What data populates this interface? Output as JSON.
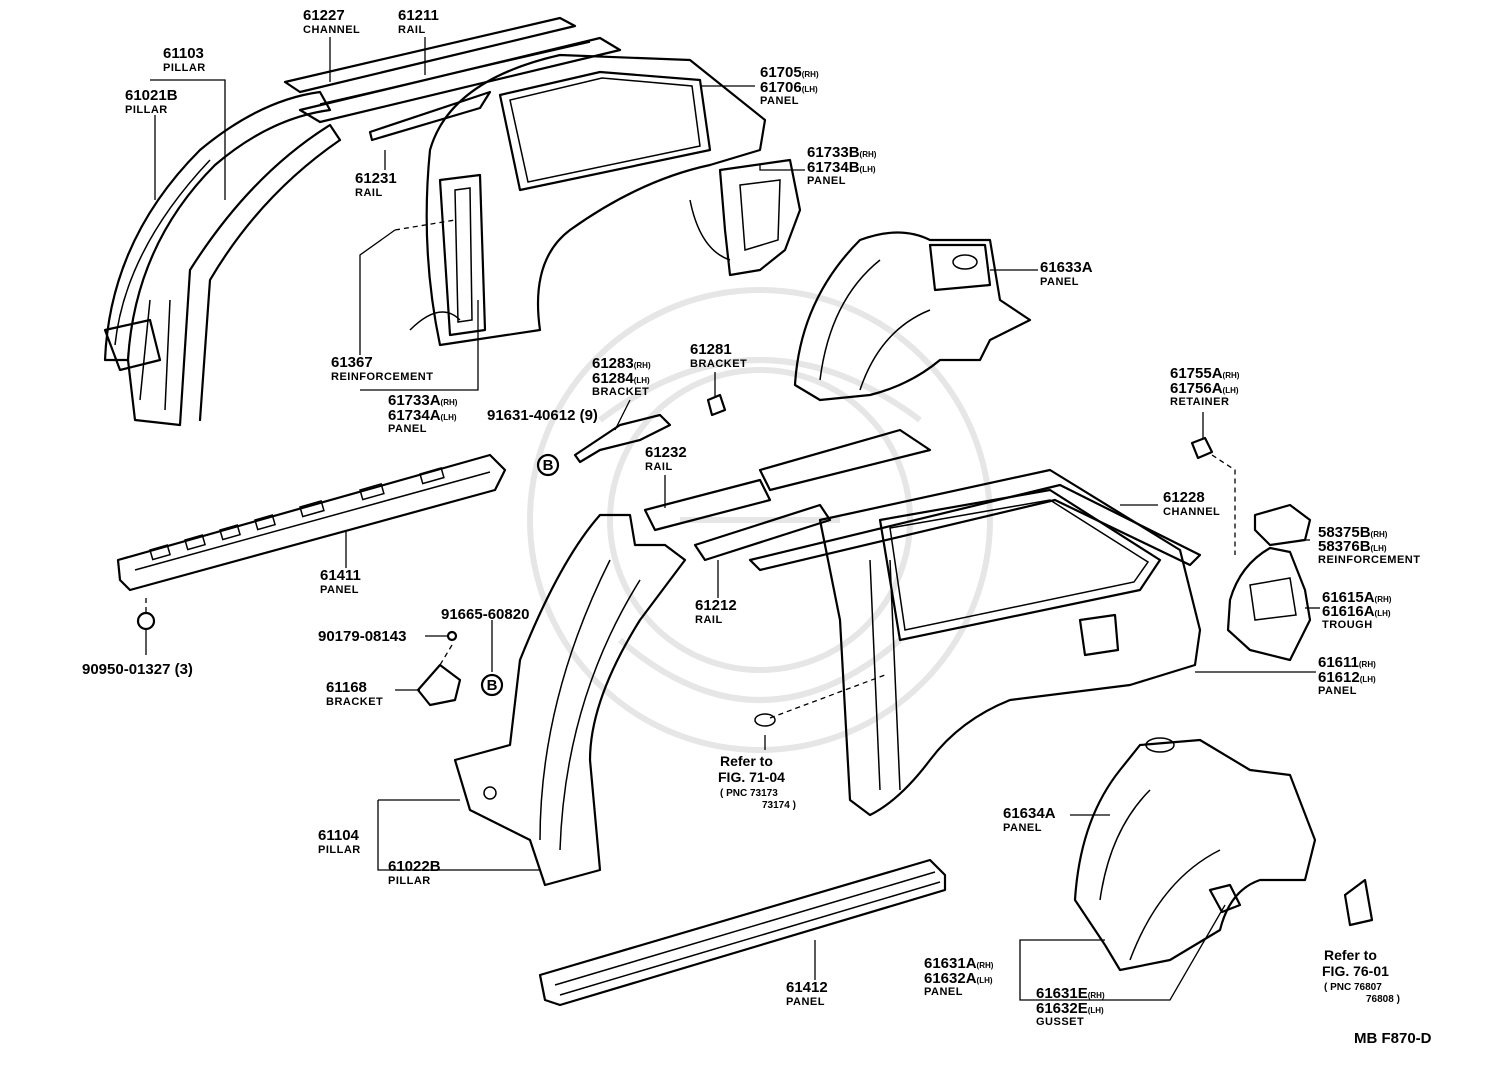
{
  "callouts": [
    {
      "id": "p61227",
      "pn": "61227",
      "name": "CHANNEL"
    },
    {
      "id": "p61211",
      "pn": "61211",
      "name": "RAIL"
    },
    {
      "id": "p61103",
      "pn": "61103",
      "name": "PILLAR"
    },
    {
      "id": "p61021B",
      "pn": "61021B",
      "name": "PILLAR"
    },
    {
      "id": "p61705",
      "pn": "61705",
      "sfx": "(RH)",
      "pn2": "61706",
      "sfx2": "(LH)",
      "name": "PANEL"
    },
    {
      "id": "p61231",
      "pn": "61231",
      "name": "RAIL"
    },
    {
      "id": "p61733B",
      "pn": "61733B",
      "sfx": "(RH)",
      "pn2": "61734B",
      "sfx2": "(LH)",
      "name": "PANEL"
    },
    {
      "id": "p61633A",
      "pn": "61633A",
      "name": "PANEL"
    },
    {
      "id": "p61367",
      "pn": "61367",
      "name": "REINFORCEMENT"
    },
    {
      "id": "p61733A",
      "pn": "61733A",
      "sfx": "(RH)",
      "pn2": "61734A",
      "sfx2": "(LH)",
      "name": "PANEL"
    },
    {
      "id": "p61283",
      "pn": "61283",
      "sfx": "(RH)",
      "pn2": "61284",
      "sfx2": "(LH)",
      "name": "BRACKET"
    },
    {
      "id": "p61281",
      "pn": "61281",
      "name": "BRACKET"
    },
    {
      "id": "p91631",
      "pn": "91631-40612 (9)"
    },
    {
      "id": "p61755A",
      "pn": "61755A",
      "sfx": "(RH)",
      "pn2": "61756A",
      "sfx2": "(LH)",
      "name": "RETAINER"
    },
    {
      "id": "p61232",
      "pn": "61232",
      "name": "RAIL"
    },
    {
      "id": "p61228",
      "pn": "61228",
      "name": "CHANNEL"
    },
    {
      "id": "p58375B",
      "pn": "58375B",
      "sfx": "(RH)",
      "pn2": "58376B",
      "sfx2": "(LH)",
      "name": "REINFORCEMENT"
    },
    {
      "id": "p61411",
      "pn": "61411",
      "name": "PANEL"
    },
    {
      "id": "p61212",
      "pn": "61212",
      "name": "RAIL"
    },
    {
      "id": "p61615A",
      "pn": "61615A",
      "sfx": "(RH)",
      "pn2": "61616A",
      "sfx2": "(LH)",
      "name": "TROUGH"
    },
    {
      "id": "p91665",
      "pn": "91665-60820"
    },
    {
      "id": "p90179",
      "pn": "90179-08143"
    },
    {
      "id": "p90950",
      "pn": "90950-01327 (3)"
    },
    {
      "id": "p61611",
      "pn": "61611",
      "sfx": "(RH)",
      "pn2": "61612",
      "sfx2": "(LH)",
      "name": "PANEL"
    },
    {
      "id": "p61168",
      "pn": "61168",
      "name": "BRACKET"
    },
    {
      "id": "p61104",
      "pn": "61104",
      "name": "PILLAR"
    },
    {
      "id": "p61022B",
      "pn": "61022B",
      "name": "PILLAR"
    },
    {
      "id": "p61634A",
      "pn": "61634A",
      "name": "PANEL"
    },
    {
      "id": "p61412",
      "pn": "61412",
      "name": "PANEL"
    },
    {
      "id": "p61631A",
      "pn": "61631A",
      "sfx": "(RH)",
      "pn2": "61632A",
      "sfx2": "(LH)",
      "name": "PANEL"
    },
    {
      "id": "p61631E",
      "pn": "61631E",
      "sfx": "(RH)",
      "pn2": "61632E",
      "sfx2": "(LH)",
      "name": "GUSSET"
    }
  ],
  "references": [
    {
      "id": "r71",
      "line1": "Refer to",
      "line2": "FIG. 71-04",
      "pnc": "( PNC 73173",
      "pnc2": "73174 )"
    },
    {
      "id": "r76",
      "line1": "Refer to",
      "line2": "FIG. 76-01",
      "pnc": "( PNC 76807",
      "pnc2": "76808 )"
    }
  ],
  "markers": [
    {
      "id": "m1",
      "text": "B"
    },
    {
      "id": "m2",
      "text": "B"
    }
  ],
  "figure_code": "MB F870-D"
}
